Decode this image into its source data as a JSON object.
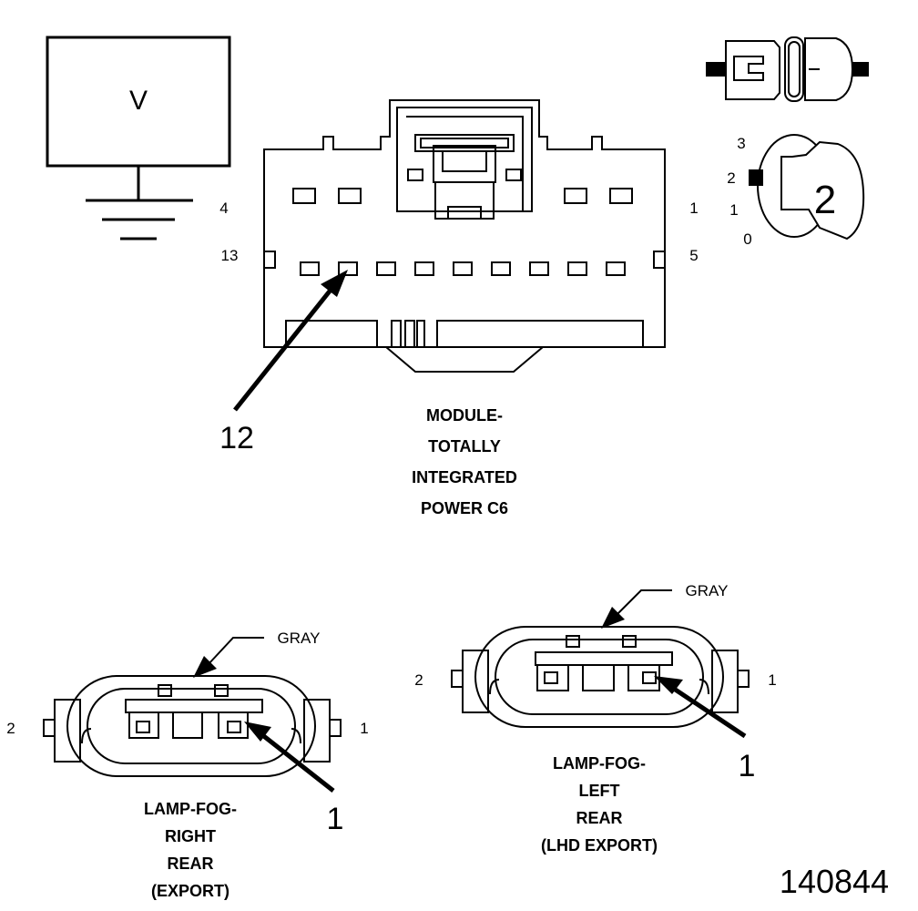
{
  "meter": {
    "symbol": "V"
  },
  "main_connector": {
    "pin_left_top": "4",
    "pin_right_top": "1",
    "pin_left_bottom": "13",
    "pin_right_bottom": "5",
    "callout": "12",
    "title_lines": [
      "MODULE-",
      "TOTALLY",
      "INTEGRATED",
      "POWER C6"
    ]
  },
  "ignition": {
    "positions": [
      "3",
      "2",
      "1",
      "0"
    ],
    "key_position": "2"
  },
  "right_fog": {
    "color_label": "GRAY",
    "pin_left": "2",
    "pin_right": "1",
    "callout": "1",
    "title_lines": [
      "LAMP-FOG-",
      "RIGHT",
      "REAR",
      "(EXPORT)"
    ]
  },
  "left_fog": {
    "color_label": "GRAY",
    "pin_left": "2",
    "pin_right": "1",
    "callout": "1",
    "title_lines": [
      "LAMP-FOG-",
      "LEFT",
      "REAR",
      "(LHD EXPORT)"
    ]
  },
  "figure_number": "140844"
}
